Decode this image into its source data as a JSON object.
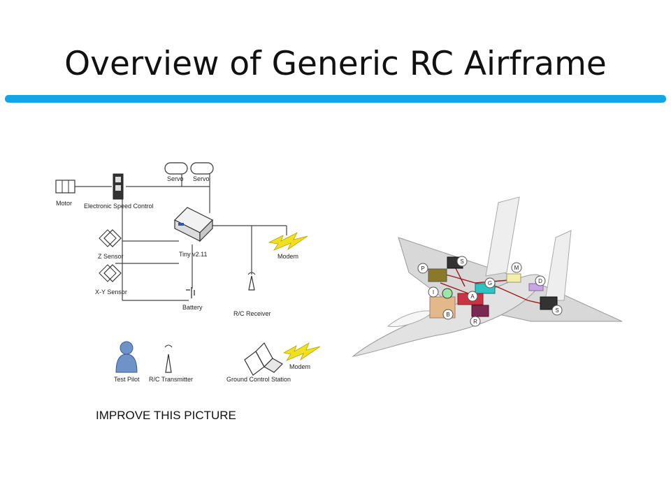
{
  "slide": {
    "title": "Overview of Generic RC Airframe",
    "note": "IMPROVE THIS PICTURE",
    "accent_color": "#11a6e6"
  },
  "block_diagram": {
    "motor": "Motor",
    "esc": "Electronic Speed Control",
    "servo_1": "Servo",
    "servo_2": "Servo",
    "autopilot": "Tiny v2.11",
    "modem_air": "Modem",
    "z_sensor": "Z Sensor",
    "xy_sensor": "X-Y Sensor",
    "battery": "Battery",
    "rc_receiver": "R/C Receiver",
    "test_pilot": "Test Pilot",
    "rc_transmitter": "R/C Transmitter",
    "ground_station": "Ground Control Station",
    "modem_ground": "Modem"
  },
  "airframe": {
    "tags": [
      "P",
      "S",
      "I",
      "G",
      "A",
      "M",
      "D",
      "B",
      "R",
      "S"
    ]
  }
}
